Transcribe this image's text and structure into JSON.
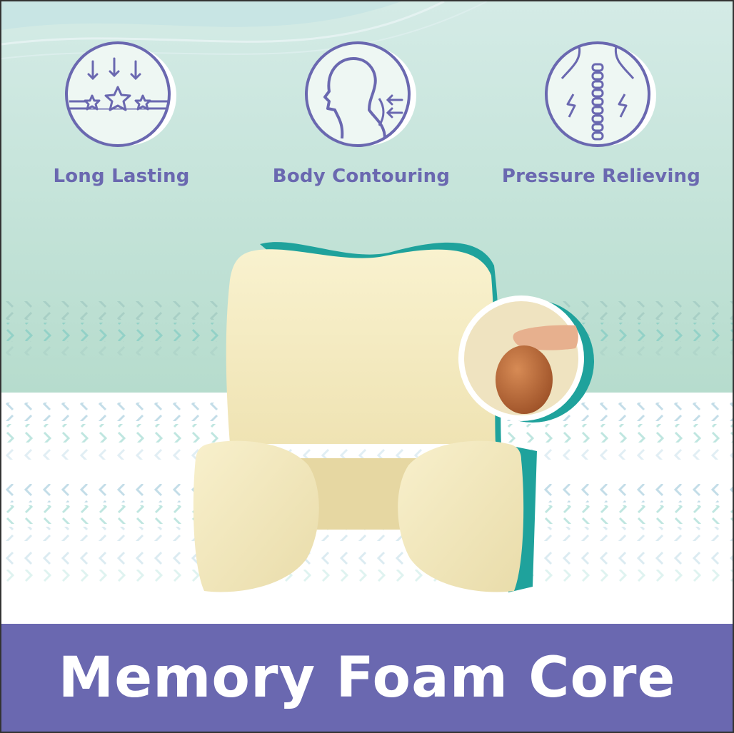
{
  "colors": {
    "brand_purple": "#6a68b0",
    "mint_background": "#b6dccd",
    "teal_edge": "#1fa29c",
    "foam_cream": "#f7efc7",
    "egg_brown": "#b86a3b"
  },
  "features": [
    {
      "icon": "stars-pressing-down-icon",
      "label": "Long Lasting"
    },
    {
      "icon": "head-profile-contour-icon",
      "label": "Body Contouring"
    },
    {
      "icon": "spine-back-relief-icon",
      "label": "Pressure Relieving"
    }
  ],
  "product": {
    "name": "memory-foam-backrest-pillow",
    "detail": "finger pressing egg into foam"
  },
  "banner": {
    "title": "Memory Foam Core"
  }
}
